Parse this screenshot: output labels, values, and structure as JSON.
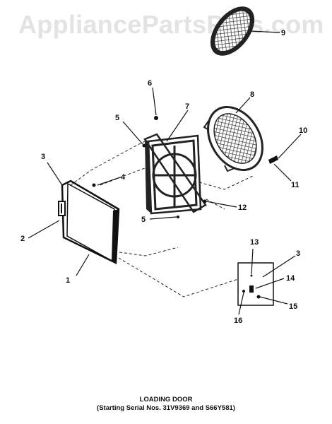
{
  "watermark": "AppliancePartsPros.com",
  "callouts": [
    "1",
    "2",
    "3",
    "4",
    "5",
    "5",
    "6",
    "7",
    "8",
    "9",
    "10",
    "11",
    "12",
    "13",
    "3",
    "14",
    "15",
    "16"
  ],
  "caption": {
    "title": "LOADING DOOR",
    "subtitle": "(Starting Serial Nos. 31V9369 and S66Y581)"
  }
}
